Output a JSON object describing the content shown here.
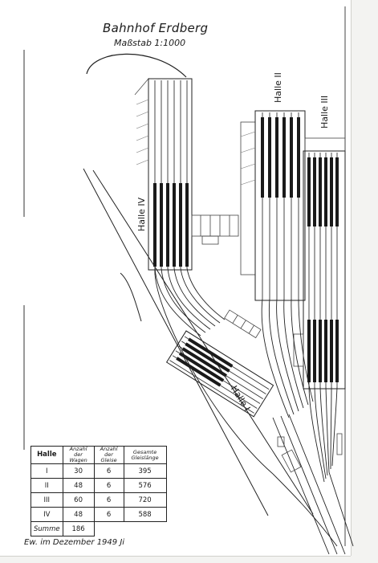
{
  "title": "Bahnhof Erdberg",
  "scale": "Maßstab 1:1000",
  "halls": {
    "h1": "Halle I",
    "h2": "Halle II",
    "h3": "Halle III",
    "h4": "Halle IV"
  },
  "table": {
    "headers": {
      "halle": "Halle",
      "wagen": "Anzahl der Wagen",
      "gleise": "Anzahl der Gleise",
      "laenge": "Gesamte Gleislänge"
    },
    "rows": [
      {
        "halle": "I",
        "wagen": "30",
        "gleise": "6",
        "laenge": "395"
      },
      {
        "halle": "II",
        "wagen": "48",
        "gleise": "6",
        "laenge": "576"
      },
      {
        "halle": "III",
        "wagen": "60",
        "gleise": "6",
        "laenge": "720"
      },
      {
        "halle": "IV",
        "wagen": "48",
        "gleise": "6",
        "laenge": "588"
      }
    ],
    "sum_label": "Summe",
    "sum_value": "186"
  },
  "footer": "Ew. im Dezember 1949 Ji"
}
